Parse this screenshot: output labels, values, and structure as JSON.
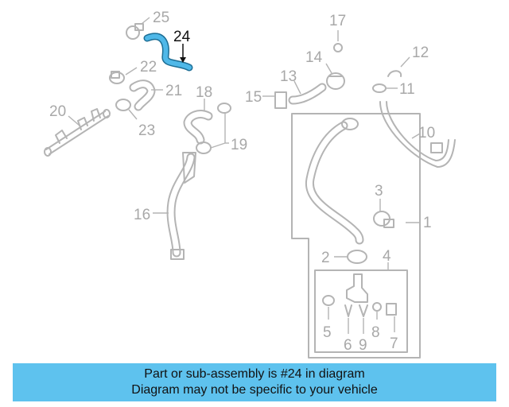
{
  "diagram": {
    "callouts": [
      "1",
      "2",
      "3",
      "4",
      "5",
      "6",
      "7",
      "8",
      "9",
      "10",
      "11",
      "12",
      "13",
      "14",
      "15",
      "16",
      "17",
      "18",
      "19",
      "20",
      "21",
      "22",
      "23",
      "24",
      "25"
    ],
    "highlighted": "24",
    "colors": {
      "highlight": "#4fb8e8",
      "parts": "#b4b4b4",
      "banner": "#5ec2ee"
    }
  },
  "banner": {
    "line1": "Part or sub-assembly is #24 in diagram",
    "line2": "Diagram may not be specific to your vehicle"
  }
}
